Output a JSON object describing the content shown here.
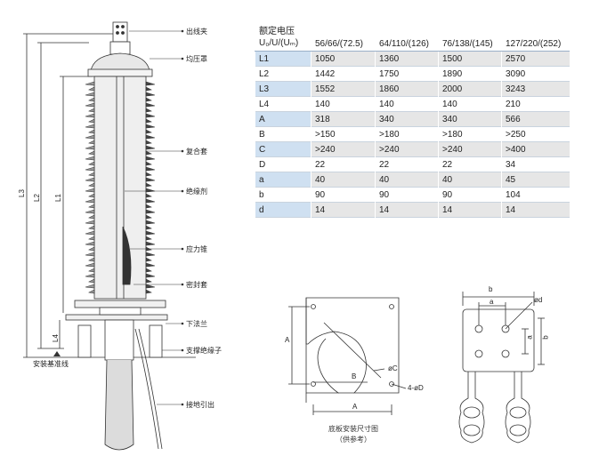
{
  "callouts": {
    "outlet_clamp": "出线夹",
    "grading_shield": "均压罩",
    "composite_housing": "复合套",
    "insulating_agent": "绝缘剂",
    "stress_cone": "应力锥",
    "sealing_sleeve": "密封套",
    "lower_flange": "下法兰",
    "support_insulator": "支撑绝缘子",
    "ground_lead": "接地引出",
    "install_baseline": "安装基准线"
  },
  "dimension_labels": {
    "L1": "L1",
    "L2": "L2",
    "L3": "L3",
    "L4": "L4",
    "A": "A",
    "B": "B",
    "C": "C",
    "D": "D",
    "a": "a",
    "b": "b",
    "phiC": "øC",
    "holes": "4-øD",
    "phid": "ød"
  },
  "table": {
    "header_first_line1": "额定电压",
    "header_first_line2": "U₀/U/(Uₘ)",
    "voltage_columns": [
      "56/66/(72.5)",
      "64/110/(126)",
      "76/138/(145)",
      "127/220/(252)"
    ],
    "rows": [
      {
        "label": "L1",
        "values": [
          "1050",
          "1360",
          "1500",
          "2570"
        ]
      },
      {
        "label": "L2",
        "values": [
          "1442",
          "1750",
          "1890",
          "3090"
        ]
      },
      {
        "label": "L3",
        "values": [
          "1552",
          "1860",
          "2000",
          "3243"
        ]
      },
      {
        "label": "L4",
        "values": [
          "140",
          "140",
          "140",
          "210"
        ]
      },
      {
        "label": "A",
        "values": [
          "318",
          "340",
          "340",
          "566"
        ]
      },
      {
        "label": "B",
        "values": [
          ">150",
          ">180",
          ">180",
          ">250"
        ]
      },
      {
        "label": "C",
        "values": [
          ">240",
          ">240",
          ">240",
          ">400"
        ]
      },
      {
        "label": "D",
        "values": [
          "22",
          "22",
          "22",
          "34"
        ]
      },
      {
        "label": "a",
        "values": [
          "40",
          "40",
          "40",
          "45"
        ]
      },
      {
        "label": "b",
        "values": [
          "90",
          "90",
          "90",
          "104"
        ]
      },
      {
        "label": "d",
        "values": [
          "14",
          "14",
          "14",
          "14"
        ]
      }
    ]
  },
  "base_plate_caption_line1": "底板安装尺寸图",
  "base_plate_caption_line2": "（供参考）",
  "colors": {
    "accent_blue": "#cfe0f1",
    "row_gray": "#e6e6e6",
    "line": "#333333"
  }
}
